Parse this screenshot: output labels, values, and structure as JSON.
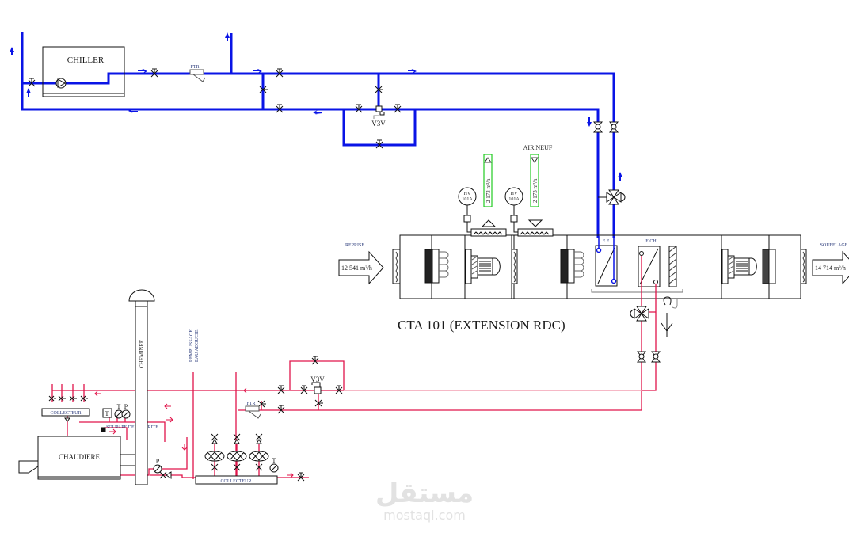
{
  "diagram": {
    "title": "CTA 101 (EXTENSION RDC)",
    "colors": {
      "chilled_water": "#0a14e6",
      "hot_water": "#e0144a",
      "equipment": "#111111",
      "sensor_box": "#22cc22",
      "watermark": "#e2e2e2"
    },
    "chiller": {
      "label": "CHILLER",
      "filter_label": "FTR",
      "valve_label": "V3V"
    },
    "ahu": {
      "return_label": "REPRISE",
      "return_flow": "12 541 m³/h",
      "supply_label": "SOUFFLAGE",
      "supply_flow": "14 714 m³/h",
      "fresh_air_label": "AIR NEUF",
      "fresh_air_flow_1": "2 173 m³/h",
      "fresh_air_flow_2": "2 173 m³/h",
      "damper_actuator_1": [
        "HV",
        "101A"
      ],
      "damper_actuator_2": [
        "HV",
        "101A"
      ],
      "cooling_coil_label": "E.F",
      "heating_coil_label": "E.CH"
    },
    "boiler": {
      "label": "CHAUDIERE",
      "chimney_label": "CHEMINEE",
      "fill_label_1": "REMPLISSAGE",
      "fill_label_2": "EAU ADOUCIE",
      "collector_top_label": "COLLECTEUR",
      "collector_bottom_label": "COLLECTEUR",
      "safety_valve_label": "SOUPAPE DE SECURITE",
      "thermostat_label": "T",
      "temp_gauge_label": "T",
      "pressure_gauge_label": "P",
      "pressure_label": "P",
      "collector_temp_label": "T",
      "filter_label": "FTR",
      "valve_label": "V3V"
    },
    "watermark": {
      "arabic": "مستقل",
      "latin": "mostaql.com"
    }
  }
}
